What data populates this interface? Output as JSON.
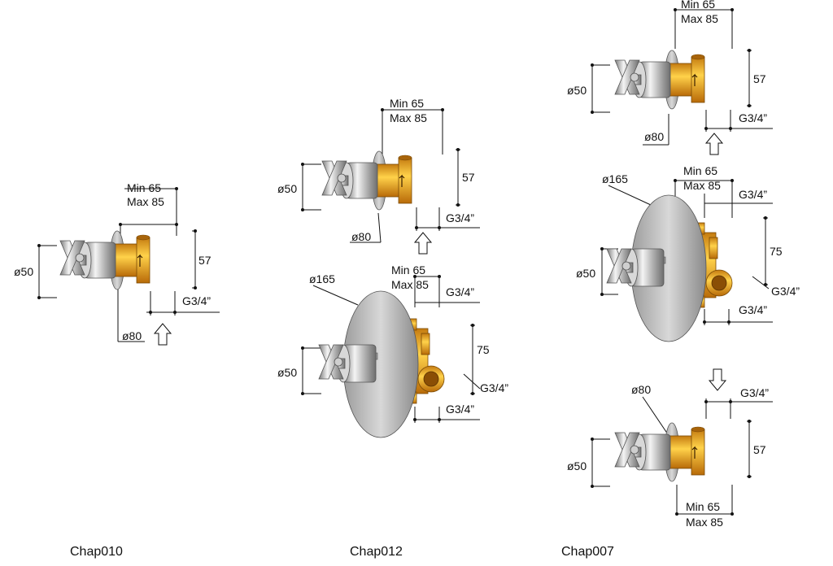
{
  "captions": [
    "Chap010",
    "Chap012",
    "Chap007"
  ],
  "labels": {
    "min": "Min 65",
    "max": "Max 85",
    "d50": "ø50",
    "d80": "ø80",
    "d165": "ø165",
    "h57": "57",
    "h75": "75",
    "thread": "G3/4”"
  },
  "colors": {
    "chrome": "#b9b9b9",
    "brass": "#e0a020",
    "line": "#111111"
  }
}
